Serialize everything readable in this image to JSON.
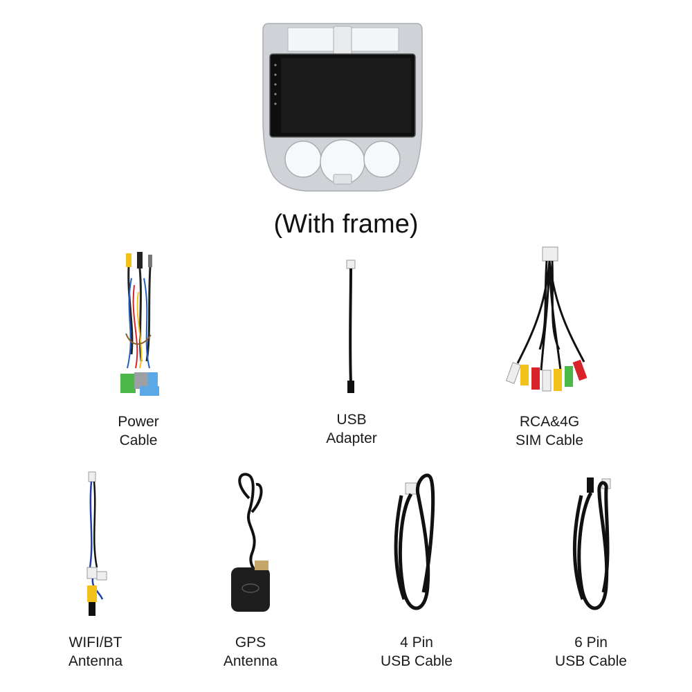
{
  "head_unit": {
    "caption": "(With frame)"
  },
  "accessories": [
    {
      "line1": "Power",
      "line2": "Cable"
    },
    {
      "line1": "USB",
      "line2": "Adapter"
    },
    {
      "line1": "RCA&4G",
      "line2": "SIM Cable"
    },
    {
      "line1": "WIFI/BT",
      "line2": "Antenna"
    },
    {
      "line1": "GPS",
      "line2": "Antenna"
    },
    {
      "line1": "4 Pin",
      "line2": "USB Cable"
    },
    {
      "line1": "6 Pin",
      "line2": "USB Cable"
    }
  ],
  "colors": {
    "frame_silver": "#c9ccd0",
    "screen": "#141414",
    "cable": "#111111",
    "rca_red": "#d8232a",
    "rca_yellow": "#f2c21b",
    "harness_green": "#4cb848",
    "harness_blue": "#5aa9e6"
  }
}
